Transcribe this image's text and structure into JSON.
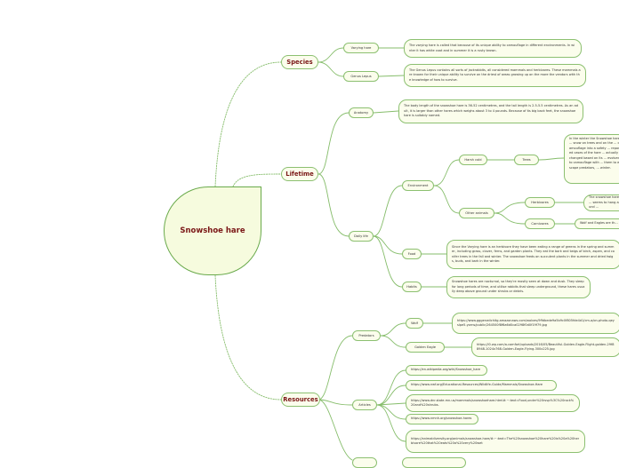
{
  "root": "Snowshoe hare",
  "topics": {
    "species": "Species",
    "lifetime": "Lifetime",
    "resources": "Resources"
  },
  "species": {
    "varying_hare": "Varying hare",
    "varying_hare_text": "The varying hare is called that because of its unique ability to camouflage in different environments. In winter it has white coat and in summer it is a rusty brown.",
    "genus_lepus": "Genus Lepus",
    "genus_lepus_text": "The Genus Lepus contains all sorts of jackrabbits, all considered mammals and herbivores. These mammals are known for their unique ability to survive on the driest of areas growing up on the more the vendors with the knowledge of how to survive."
  },
  "lifetime": {
    "anatomy": "Anatomy",
    "anatomy_text": "The body length of the snowshoe hare is 36-52 centimetres, and the tail length is 2.5-5.5 centimetres. As an adult, it is larger than other hares which weighs about 3 to 4 pounds. Because of its big back feet, the snowshoe hare is suitably named.",
    "daily_life": "Daily life",
    "environment": "Environment",
    "harsh_cold": "Harsh cold",
    "trees": "Trees",
    "trees_text": "In the winter the Snowshoe hare ... snow on trees and on the ... camouflage into a safety ... reported cases of the hare ... actually changed based on its ... evolved to camouflage with ... them to escape predators, ... winter.",
    "other_animals": "Other animals",
    "herbivores": "Herbivores",
    "herbivores_text": "The snowshoe hare ... seems to hang around ...",
    "carnivores": "Carnivores",
    "carnivores_text": "Wolf and Eagles are th...",
    "food": "Food",
    "food_text": "Since the Varying hare is an herbivore they have been eating a range of greens in the spring and summer, including grass, clover, ferns, and garden plants. They eat the bark and twigs of birch, aspen, and conifer trees in the fall and winter. The snowshoe feeds on succulent plants in the summer and dried twigs, buds, and bark in the winter.",
    "habits": "Habits",
    "habits_text": "Snowshoe hares are nocturnal, so they're mostly seen at dawn and dusk. They sleep for long periods of time, and utilise rabbits that sleep underground, these hares usually deep above ground under shrubs or debris."
  },
  "resources": {
    "predators": "Predators",
    "wolf": "Wolf",
    "wolf_url": "https://www.gggenwiichitg.amazonaws.com/wolves/9ffdbede9a5b9c0f805fde4d1/cm-a/on-photo-qeyslpe5-yorns/public/264500f8f6a6d0ca0298f0d0f19f79.jpg",
    "golden_eagle": "Golden Eagle",
    "golden_eagle_url": "https://i0.wp.com/a-comfort/uploads/2016/05/Beautiful-Golden-Eagle-Flight-golden-29f88948-1024x768-Golden-Eagle-Flying-300x225.jpg",
    "articles": "Articles",
    "a1": "https://en.wikipedia.org/wiki/Snowshoe_hare",
    "a2": "https://www.nwf.org/Educational-Resources/Wildlife-Guide/Mammals/Snowshoe-Hare",
    "a3": "https://www.dnr.state.mn.us/mammals/snowshoehare.html#:~:text=Food,under%20rsvp%3C%20rock%20and%20shrubs.",
    "a4": "https://www.nmnh.org/snowshoe-hares",
    "a5": "https://animaldiversity.org/animals/snowshoe-hare/#:~:text=The%20snowshoe%20hare%20is%20a%20herbivore%20that%20eats%20a%20very%20wet"
  }
}
